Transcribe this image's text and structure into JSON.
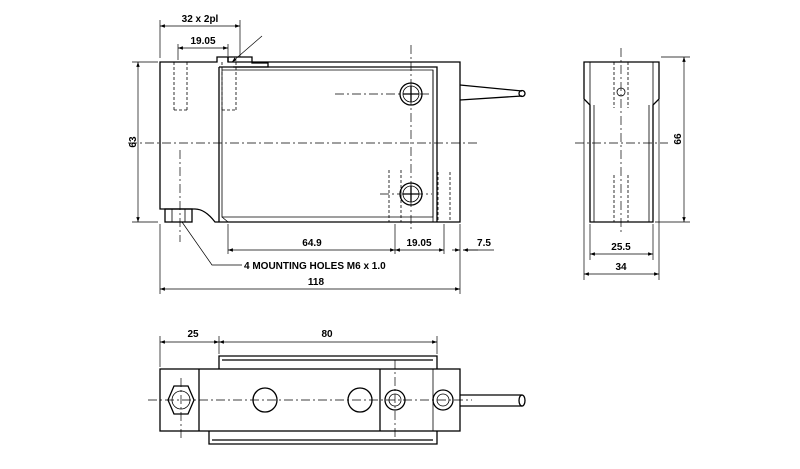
{
  "labels": {
    "pitch": "32 x 2pl",
    "hole_offset_top": "19.05",
    "height_63": "63",
    "len_64_9": "64.9",
    "len_19_05": "19.05",
    "len_7_5": "7.5",
    "mounting_holes": "4 MOUNTING HOLES M6 x 1.0",
    "total_118": "118",
    "side_height_66": "66",
    "side_width_25_5": "25.5",
    "side_width_34": "34",
    "bottom_25": "25",
    "bottom_80": "80"
  }
}
